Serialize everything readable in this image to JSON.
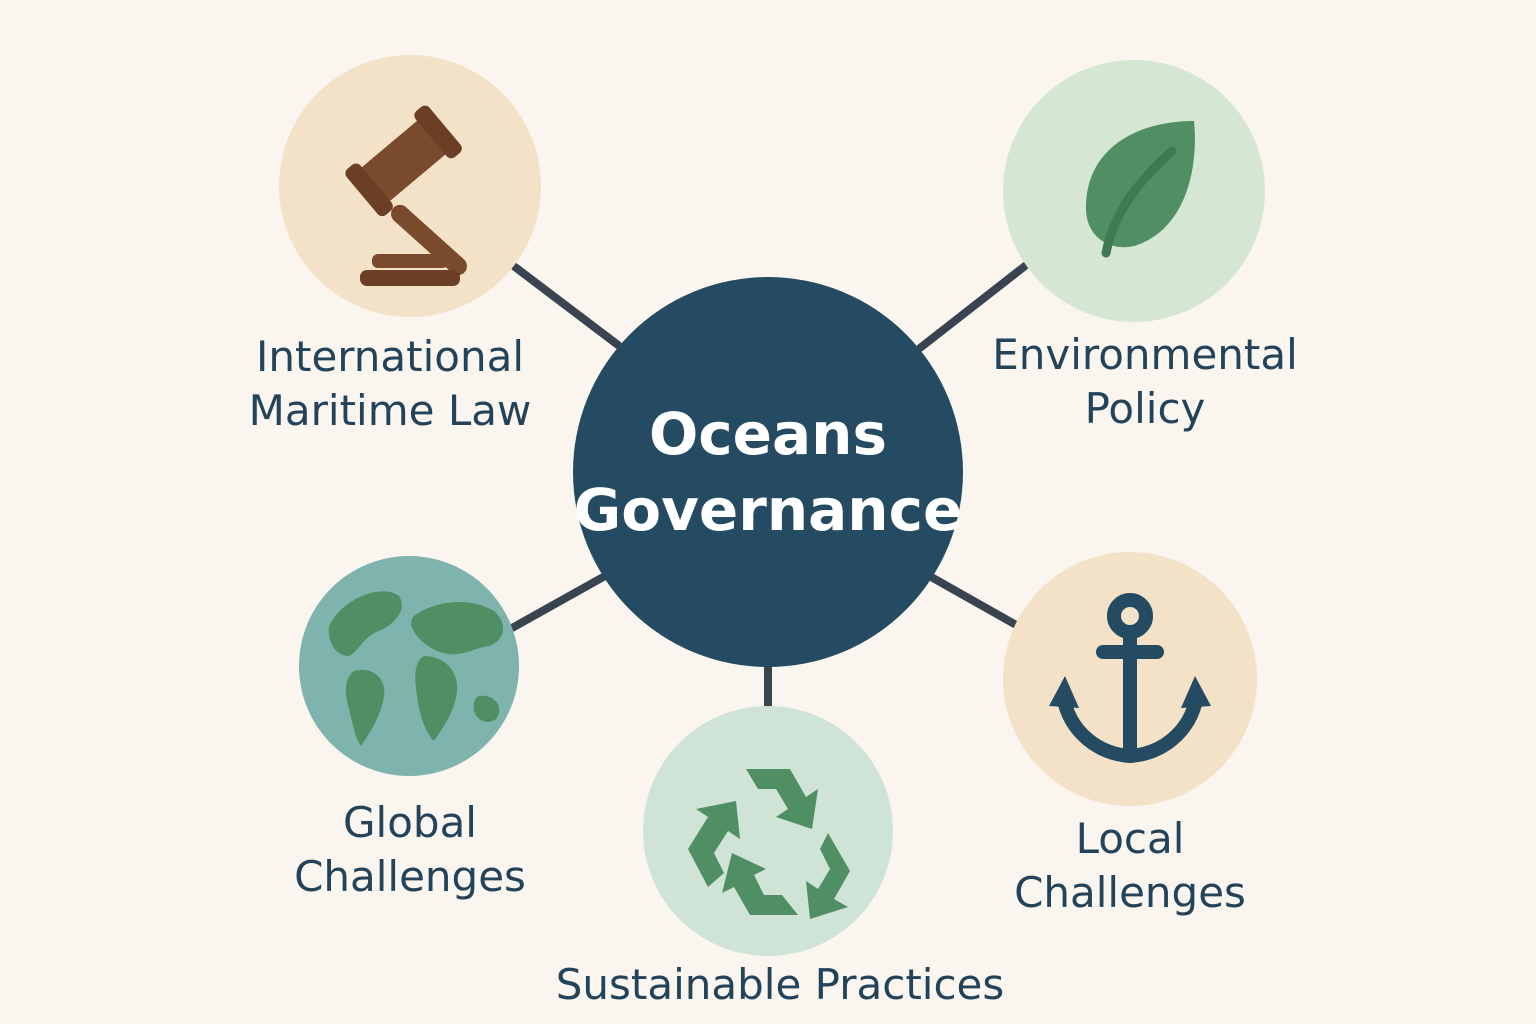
{
  "hub": {
    "line1": "Oceans",
    "line2": "Governance"
  },
  "nodes": [
    {
      "id": "maritime-law",
      "icon": "gavel-icon",
      "bg": "#f3e2c8",
      "line1": "International",
      "line2": "Maritime Law"
    },
    {
      "id": "environmental-policy",
      "icon": "leaf-icon",
      "bg": "#d5e6d3",
      "line1": "Environmental",
      "line2": "Policy"
    },
    {
      "id": "global-challenges",
      "icon": "globe-icon",
      "bg": "#7fb3ae",
      "line1": "Global",
      "line2": "Challenges"
    },
    {
      "id": "sustainable-practices",
      "icon": "recycle-icon",
      "bg": "#cfe4d6",
      "line1": "Sustainable Practices"
    },
    {
      "id": "local-challenges",
      "icon": "anchor-icon",
      "bg": "#f3e2c8",
      "line1": "Local",
      "line2": "Challenges"
    }
  ],
  "colors": {
    "background": "#faf6ef",
    "hub": "#244b62",
    "text": "#23435a",
    "connector": "#3a4450",
    "icon_green": "#4f8f63",
    "icon_brown": "#7a4a2c",
    "icon_navy": "#244b62"
  }
}
